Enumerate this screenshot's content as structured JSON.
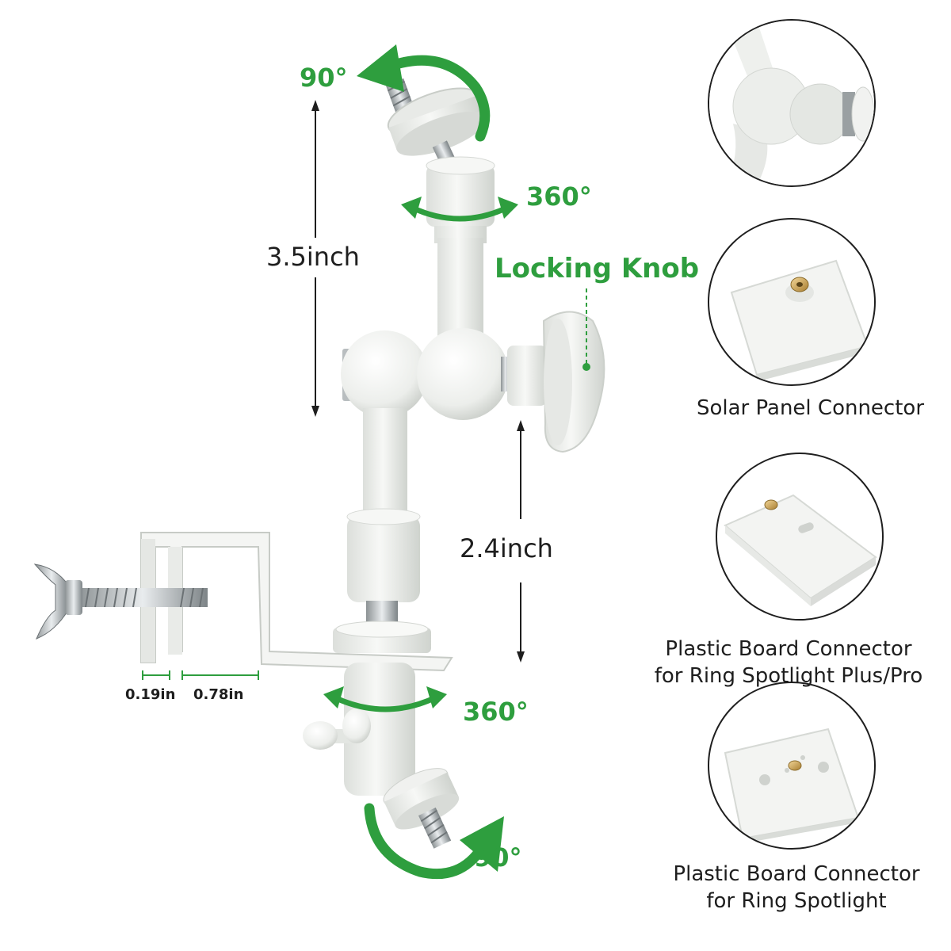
{
  "labels": {
    "rotate_top": "90°",
    "rotate_upper": "360°",
    "height_upper": "3.5inch",
    "locking_knob": "Locking Knob",
    "height_lower": "2.4inch",
    "gap_a": "0.19in",
    "gap_b": "0.78in",
    "rotate_lower": "360°",
    "rotate_bottom": "90°"
  },
  "connectors": [
    {
      "icon": "ball-joint-icon",
      "caption_lines": []
    },
    {
      "icon": "square-plate-icon",
      "caption_lines": [
        "Solar Panel Connector"
      ]
    },
    {
      "icon": "slotted-board-icon",
      "caption_lines": [
        "Plastic Board Connector",
        "for Ring Spotlight Plus/Pro"
      ]
    },
    {
      "icon": "four-hole-board-icon",
      "caption_lines": [
        "Plastic Board Connector",
        "for Ring Spotlight"
      ]
    }
  ],
  "colors": {
    "accent_green": "#2e9e3e",
    "text_dark": "#1e1e1e",
    "mount_white": "#f2f3f1",
    "mount_shadow": "#d4d7d3"
  }
}
